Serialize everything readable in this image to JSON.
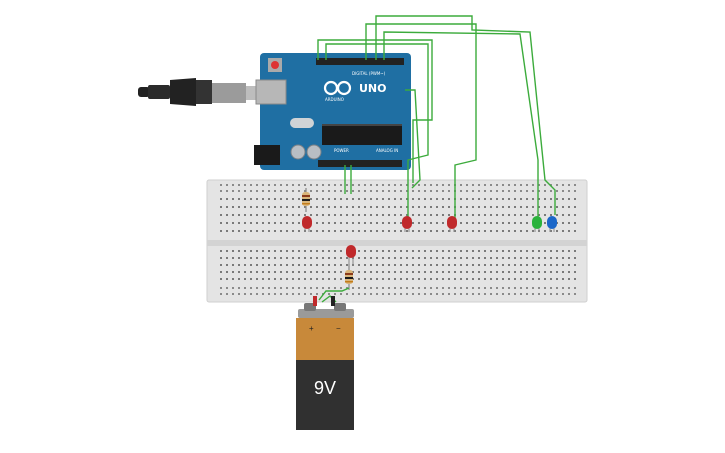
{
  "board": {
    "brand": "ARDUINO",
    "model": "UNO",
    "digital_header": "DIGITAL (PWM~)",
    "power_header": "POWER",
    "analog_header": "ANALOG IN",
    "color": "#1f6fa3"
  },
  "battery": {
    "label": "9V",
    "plus": "+",
    "minus": "−",
    "body_color": "#303030",
    "cap_color": "#c8893a"
  },
  "leds": [
    {
      "name": "led-red-1",
      "color": "#c0292b"
    },
    {
      "name": "led-red-2",
      "color": "#c0292b"
    },
    {
      "name": "led-red-3",
      "color": "#c0292b"
    },
    {
      "name": "led-green",
      "color": "#2bb23c"
    },
    {
      "name": "led-blue",
      "color": "#1b67c9"
    },
    {
      "name": "led-red-bottom",
      "color": "#c0292b"
    }
  ],
  "wire_color": "#3cab3c",
  "breadboard_color": "#e4e4e4"
}
